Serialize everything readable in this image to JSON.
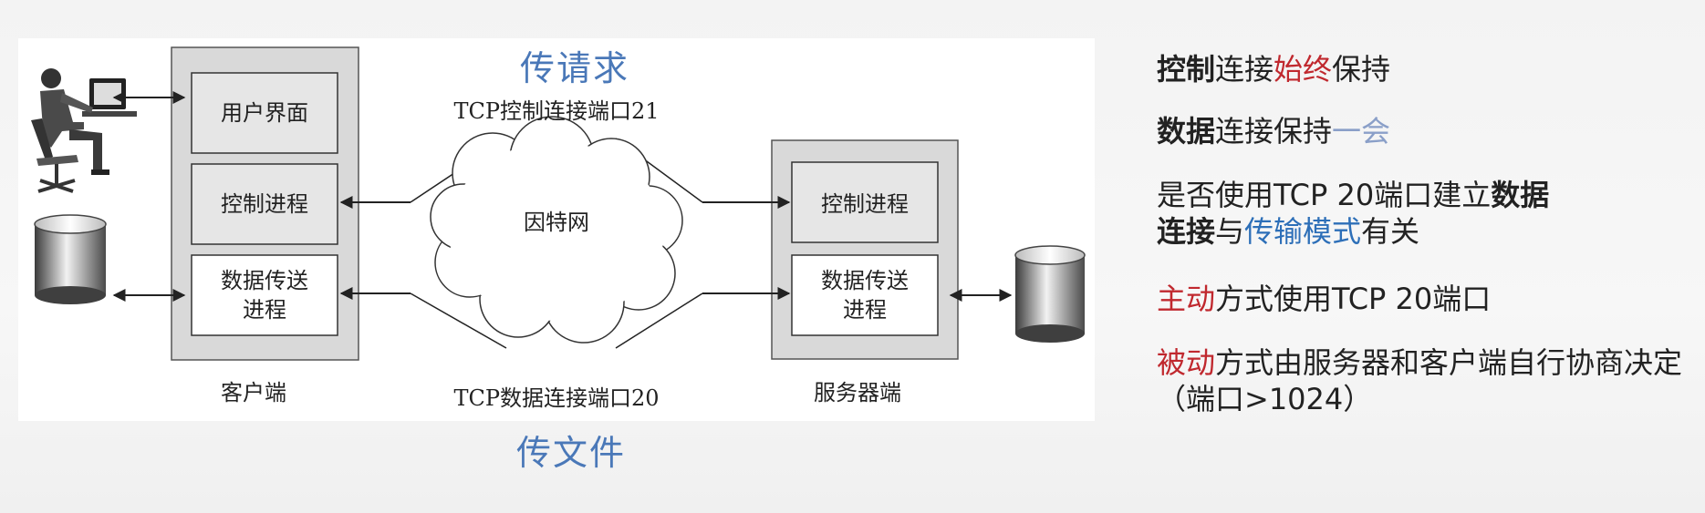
{
  "diagram": {
    "captions": {
      "top": "传请求",
      "bottom": "传文件"
    },
    "client": {
      "ui_label": "用户界面",
      "control_label": "控制进程",
      "data_label_1": "数据传送",
      "data_label_2": "进程",
      "caption": "客户端"
    },
    "server": {
      "control_label": "控制进程",
      "data_label_1": "数据传送",
      "data_label_2": "进程",
      "caption": "服务器端"
    },
    "network_label": "因特网",
    "control_conn_label": "TCP控制连接端口21",
    "data_conn_label": "TCP数据连接端口20"
  },
  "notes": {
    "n1": {
      "a": "控制",
      "b": "连接",
      "c": "始终",
      "d": "保持"
    },
    "n2": {
      "a": "数据",
      "b": "连接保持",
      "c": "一会"
    },
    "n3": {
      "a": "是否使用TCP 20端口建立",
      "b": "数据",
      "c": "连接",
      "d": "与",
      "e": "传输模式",
      "f": "有关"
    },
    "n4": {
      "a": "主动",
      "b": "方式使用TCP 20端口"
    },
    "n5": {
      "a": "被动",
      "b": "方式由服务器和客户端自行协商决定（端口>1024）"
    }
  },
  "colors": {
    "accent_red": "#c0282e",
    "accent_blue": "#2d6fb8",
    "box_fill": "#e6e6e6",
    "panel_fill": "#d9d9d9"
  }
}
